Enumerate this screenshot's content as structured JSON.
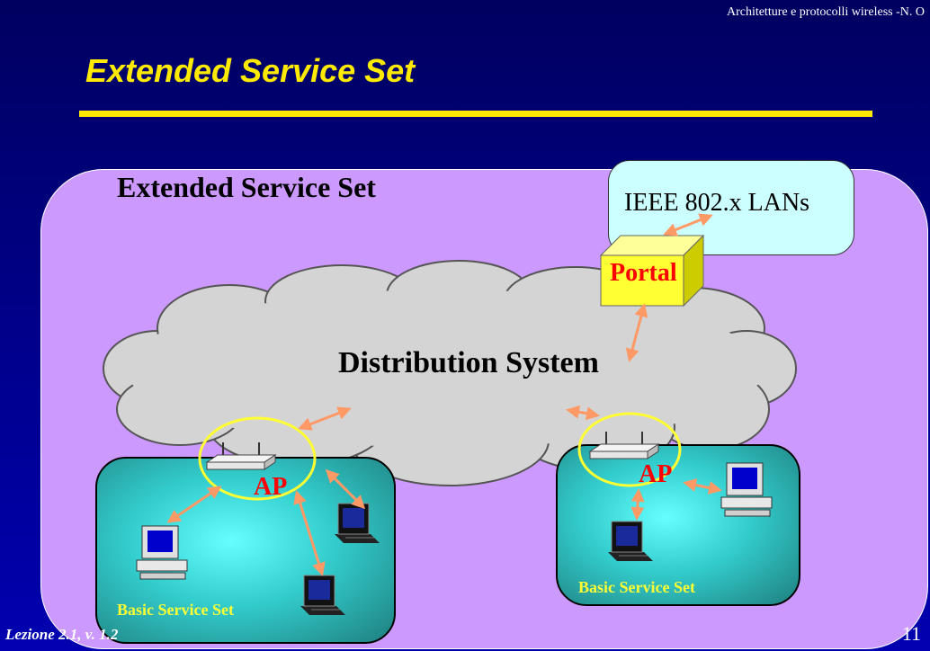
{
  "header_note": "Architetture e protocolli wireless -N. O",
  "slide_title": "Extended Service Set",
  "diagram": {
    "ess_label": "Extended Service Set",
    "lan_label": "IEEE 802.x LANs",
    "portal_label": "Portal",
    "ds_label": "Distribution System",
    "ap_left_label": "AP",
    "ap_right_label": "AP",
    "bss_left_label": "Basic Service Set",
    "bss_right_label": "Basic Service Set"
  },
  "footer": {
    "lecture": "Lezione 2.1, v. 1.2",
    "page_number": "11"
  },
  "colors": {
    "background": "#00008a",
    "title": "#ffea00",
    "ess_fill": "#cc99ff",
    "lan_fill": "#ccffff",
    "cloud_fill": "#d4d4d4",
    "portal_fill": "#ffff33",
    "ap_text": "#ff0000",
    "bss_text": "#ffff33",
    "arrow": "#ff9966",
    "ellipse": "#ffff33"
  }
}
